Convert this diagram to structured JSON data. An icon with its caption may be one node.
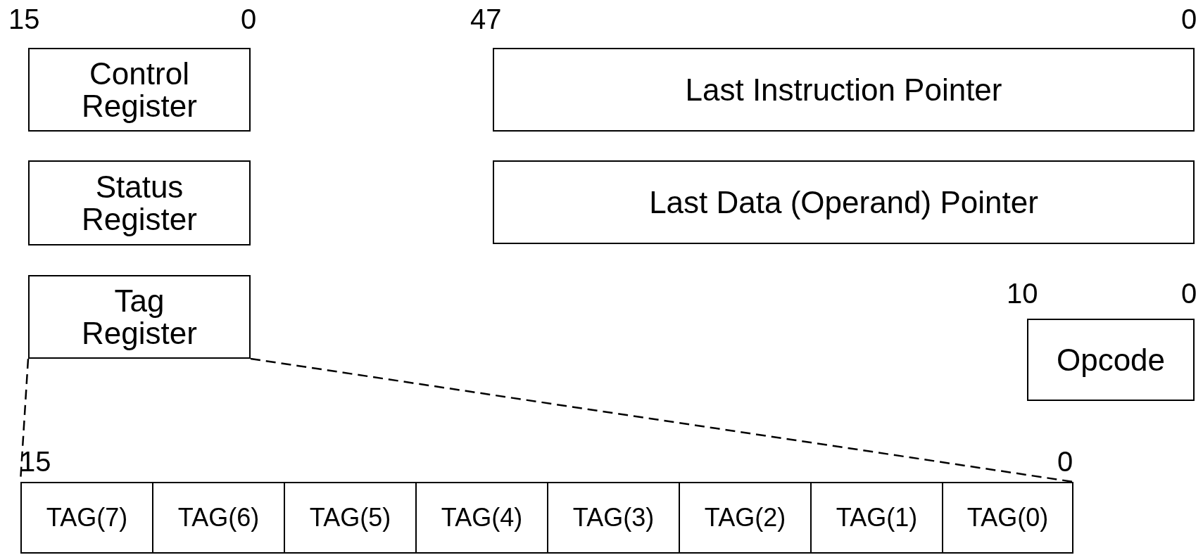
{
  "diagram": {
    "nodes": [
      {
        "text": [
          "Control Register"
        ]
      },
      {
        "text": [
          "Last Instruction Pointer"
        ]
      },
      {
        "text": [
          "Status Register"
        ]
      },
      {
        "text": [
          "Last Data (Operand) Pointer"
        ]
      },
      {
        "text": [
          "Tag Register"
        ]
      },
      {
        "text": [
          "Opcode"
        ]
      },
      {
        "text": [],
        "shape": "bar"
      },
      {
        "text": [
          "TAG(7)"
        ],
        "in": 6
      },
      {
        "text": [
          "TAG(6)"
        ],
        "in": 6
      },
      {
        "text": [
          "TAG(5)"
        ],
        "in": 6
      },
      {
        "text": [
          "TAG(4)"
        ],
        "in": 6
      },
      {
        "text": [
          "TAG(3)"
        ],
        "in": 6
      },
      {
        "text": [
          "TAG(2)"
        ],
        "in": 6
      },
      {
        "text": [
          "TAG(1)"
        ],
        "in": 6
      },
      {
        "text": [
          "TAG(0)"
        ],
        "in": 6
      }
    ],
    "edges": [
      {
        "from": 4,
        "to": 6,
        "arrow": "none",
        "style": "dashed"
      },
      {
        "from": 4,
        "to": 6,
        "arrow": "none",
        "style": "dashed"
      }
    ],
    "labels": [
      "15",
      "0",
      "47",
      "0",
      "10",
      "0",
      "15",
      "0"
    ]
  }
}
